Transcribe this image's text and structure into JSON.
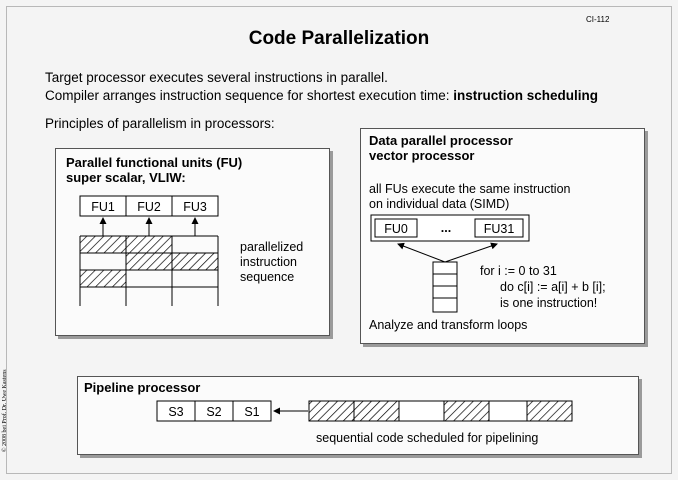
{
  "slide": {
    "number": "CI-112",
    "title": "Code Parallelization",
    "intro_line1": "Target processor executes several instructions in parallel.",
    "intro_line2_prefix": "Compiler arranges instruction sequence for shortest execution time: ",
    "intro_line2_bold": "instruction scheduling",
    "principles": "Principles of parallelism in processors:",
    "copyright": "© 2008 bei Prof. Dr. Uwe Kastens"
  },
  "fu_box": {
    "heading_line1": "Parallel functional units (FU)",
    "heading_line2": "super scalar, VLIW:",
    "units": [
      "FU1",
      "FU2",
      "FU3"
    ],
    "caption_line1": "parallelized",
    "caption_line2": "instruction",
    "caption_line3": "sequence"
  },
  "simd_box": {
    "heading_line1": "Data parallel processor",
    "heading_line2": "vector processor",
    "desc_line1": "all FUs execute the same instruction",
    "desc_line2": "on individual data (SIMD)",
    "units": [
      "FU0",
      "...",
      "FU31"
    ],
    "code_line1": "for i := 0 to 31",
    "code_line2": "do c[i]  := a[i] + b [i];",
    "code_line3": "is one instruction!",
    "footer": "Analyze and transform loops"
  },
  "pipeline_box": {
    "heading": "Pipeline processor",
    "stages": [
      "S3",
      "S2",
      "S1"
    ],
    "caption": "sequential code scheduled for pipelining"
  }
}
